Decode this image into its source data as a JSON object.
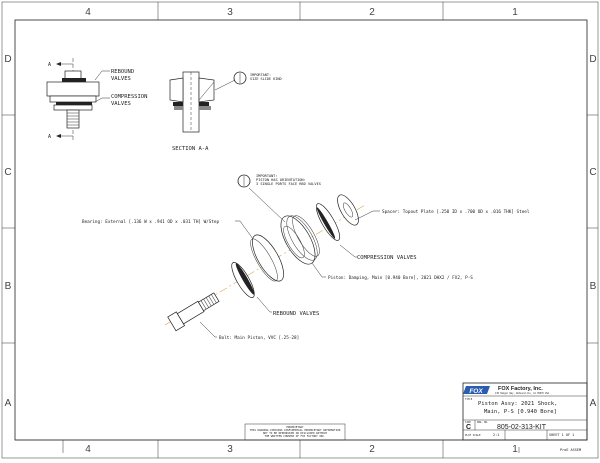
{
  "zones": {
    "columns": [
      "4",
      "3",
      "2",
      "1"
    ],
    "rows": [
      "D",
      "C",
      "B",
      "A"
    ]
  },
  "top_view": {
    "section_marker": "A",
    "rebound_label": [
      "REBOUND",
      "VALVES"
    ],
    "compression_label": [
      "COMPRESSION",
      "VALVES"
    ]
  },
  "section_view": {
    "title": "SECTION  A-A",
    "note": [
      "IMPORTANT:",
      "SIZE SLIDE KIND"
    ]
  },
  "exploded_view": {
    "important_note": [
      "IMPORTANT:",
      "PISTON HAS ORIENTATION:",
      "3 SINGLE PORTS FACE RBD VALVES"
    ],
    "callouts": {
      "bearing": "Bearing: External [.136 W x .941 OD x .031 TH] W/Step",
      "spacer": "Spacer: Topout Plate [.250 ID x .700 OD x .016 THK] Steel",
      "compression": "COMPRESSION VALVES",
      "piston": "Piston: Damping, Main [0.940 Bore], 2021 DHX2 / FX2, P-S",
      "rebound": "REBOUND VALVES",
      "bolt": "Bolt: Main Piston, VVC [.25-28]"
    }
  },
  "proprietary_notice": [
    "PROPRIETARY",
    "THIS DRAWING CONTAINS CONFIDENTIAL PROPRIETARY INFORMATION",
    "NOT TO BE REPRODUCED OR DISCLOSED WITHOUT",
    "THE WRITTEN CONSENT OF FOX FACTORY INC."
  ],
  "title_block": {
    "logo": "FOX",
    "company": "FOX Factory, Inc.",
    "address": "130 Hangar Way, Watsonville, CA 95076 USA",
    "title_label": "TITLE",
    "title": [
      "Piston Assy: 2021 Shock,",
      "Main, P-S [0.940 Bore]"
    ],
    "size_label": "SIZE",
    "size": "C",
    "dwg_no_label": "DWG. NO.",
    "dwg_no": "805-02-313-KIT",
    "scale_label": "PLOT SCALE",
    "scale": "2:1",
    "sheet": "SHEET 1 OF 1",
    "footer": "ProE ASSEM"
  }
}
